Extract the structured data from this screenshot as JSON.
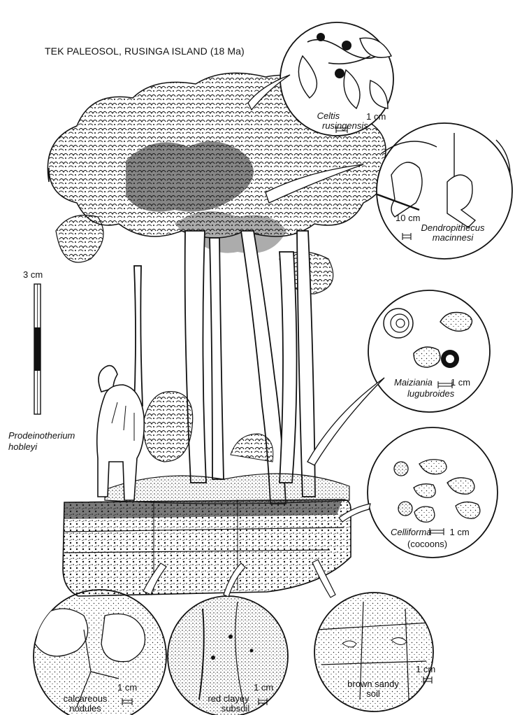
{
  "title": "TEK PALEOSOL, RUSINGA ISLAND (18 Ma)",
  "main_scale": "3 cm",
  "insets": {
    "celtis": {
      "genus": "Celtis",
      "species": "rusingensis",
      "scale": "1 cm"
    },
    "dendropithecus": {
      "genus": "Dendropithecus",
      "species": "macinnesi",
      "scale": "10 cm"
    },
    "maiziania": {
      "genus": "Maiziania",
      "species": "lugubroides",
      "scale": "1 cm"
    },
    "celliforma": {
      "genus": "Celliforma",
      "note": "(cocoons)",
      "scale": "1 cm"
    },
    "calcareous": {
      "line1": "calcareous",
      "line2": "nodules",
      "scale": "1 cm"
    },
    "red_clayey": {
      "line1": "red clayey",
      "line2": "subsoil",
      "scale": "1 cm"
    },
    "brown_sandy": {
      "line1": "brown sandy",
      "line2": "soil",
      "scale": "1 cm"
    }
  },
  "prodeinotherium": {
    "line1": "Prodeinotherium",
    "line2": "hobleyi"
  }
}
